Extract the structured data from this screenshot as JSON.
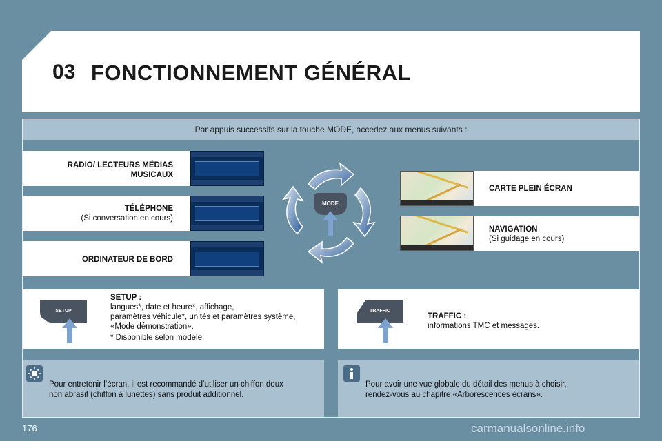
{
  "header": {
    "chapter_number": "03",
    "chapter_title": "FONCTIONNEMENT GÉNÉRAL"
  },
  "intro": "Par appuis successifs sur la touche MODE, accédez aux menus suivants :",
  "menus_left": [
    {
      "title": "RADIO/ LECTEURS MÉDIAS",
      "title2": "MUSICAUX"
    },
    {
      "title": "TÉLÉPHONE",
      "sub": "(Si conversation en cours)"
    },
    {
      "title": "ORDINATEUR DE BORD"
    }
  ],
  "menus_right": [
    {
      "title": "CARTE PLEIN ÉCRAN"
    },
    {
      "title": "NAVIGATION",
      "sub": "(Si guidage en cours)"
    }
  ],
  "mode_button": "MODE",
  "setup": {
    "key_label": "SETUP",
    "title": "SETUP :",
    "line1": "langues*, date et heure*, affichage,",
    "line2": "paramètres véhicule*, unités et paramètres système,",
    "line3": "«Mode démonstration».",
    "note": "* Disponible selon modèle."
  },
  "traffic": {
    "key_label": "TRAFFIC",
    "title": "TRAFFIC :",
    "line1": "informations TMC et messages."
  },
  "tip_left": {
    "line1": "Pour entretenir l’écran, il est recommandé d’utiliser un chiffon doux",
    "line2": "non abrasif (chiffon à lunettes) sans produit additionnel."
  },
  "tip_right": {
    "line1": "Pour avoir une vue globale du détail des menus à choisir,",
    "line2": "rendez-vous au chapitre «Arborescences écrans»."
  },
  "page_number": "176",
  "watermark": "carmanualsonline.info",
  "colors": {
    "background": "#6b8fa2",
    "panel": "#ffffff",
    "tip_panel": "#a8c0cf",
    "arrow": "#2f5e9a"
  }
}
